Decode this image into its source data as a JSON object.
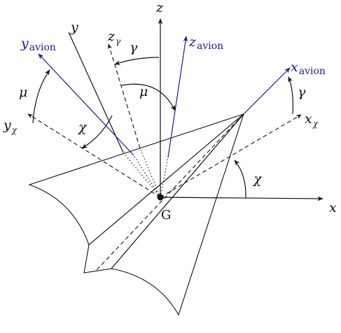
{
  "labels": {
    "z": "z",
    "y": "y",
    "z_gamma": "z",
    "z_gamma_sub": "γ",
    "y_avion": "y",
    "y_avion_sub": "avion",
    "z_avion": "z",
    "z_avion_sub": "avion",
    "x_avion": "x",
    "x_avion_sub": "avion",
    "gamma_top": "γ",
    "gamma_right": "γ",
    "mu_left": "μ",
    "mu_center": "μ",
    "chi_left": "χ",
    "chi_right": "χ",
    "y_chi": "y",
    "y_chi_sub": "χ",
    "x_chi": "x",
    "x_chi_sub": "χ",
    "x": "x",
    "G": "G"
  },
  "colors": {
    "axis": "#111111",
    "aircraft_axes": "#1c1c8a"
  }
}
